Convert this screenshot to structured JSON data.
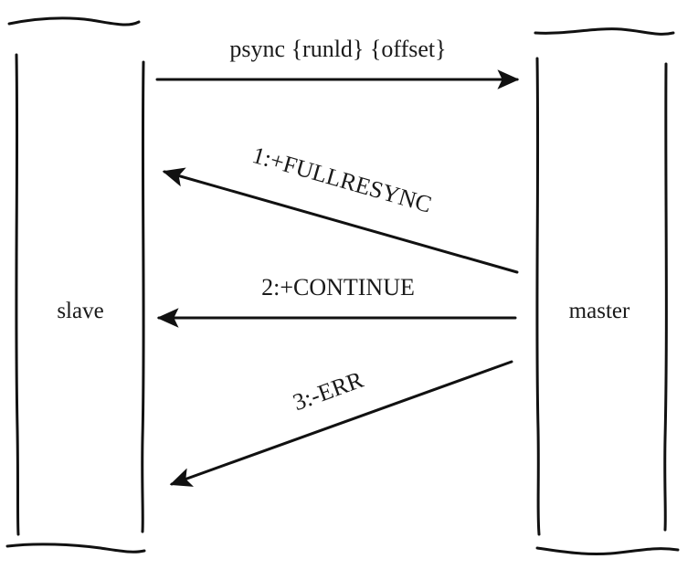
{
  "diagram": {
    "slave_label": "slave",
    "master_label": "master",
    "messages": [
      {
        "label": "psync {runld} {offset}",
        "direction": "slave-to-master"
      },
      {
        "label": "1:+FULLRESYNC",
        "direction": "master-to-slave"
      },
      {
        "label": "2:+CONTINUE",
        "direction": "master-to-slave"
      },
      {
        "label": "3:-ERR",
        "direction": "master-to-slave"
      }
    ],
    "colors": {
      "ink": "#111111",
      "background": "#ffffff"
    }
  }
}
